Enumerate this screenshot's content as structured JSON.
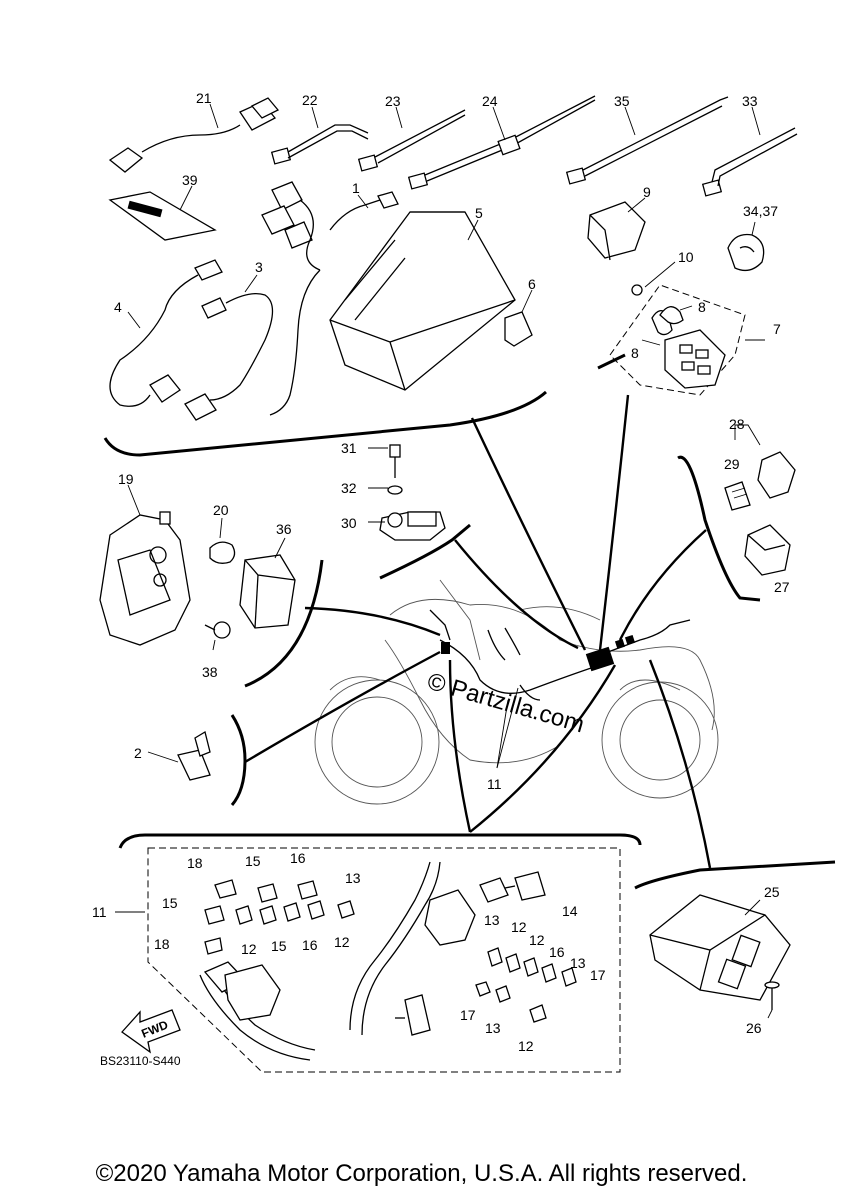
{
  "diagram": {
    "labels": {
      "p1": "1",
      "p2": "2",
      "p3": "3",
      "p4": "4",
      "p5": "5",
      "p6": "6",
      "p7": "7",
      "p8a": "8",
      "p8b": "8",
      "p9": "9",
      "p10": "10",
      "p11_main": "11",
      "p11_side": "11",
      "p12a": "12",
      "p12b": "12",
      "p12c": "12",
      "p12d": "12",
      "p12e": "12",
      "p13a": "13",
      "p13b": "13",
      "p13c": "13",
      "p13d": "13",
      "p15a": "15",
      "p15b": "15",
      "p15c": "15",
      "p16a": "16",
      "p16b": "16",
      "p16c": "16",
      "p17a": "17",
      "p17b": "17",
      "p18a": "18",
      "p18b": "18",
      "p14": "14",
      "p19": "19",
      "p20": "20",
      "p21": "21",
      "p22": "22",
      "p23": "23",
      "p24": "24",
      "p25": "25",
      "p26": "26",
      "p27": "27",
      "p28": "28",
      "p29": "29",
      "p30": "30",
      "p31": "31",
      "p32": "32",
      "p33": "33",
      "p34_37": "34,37",
      "p35": "35",
      "p36": "36",
      "p38": "38",
      "p39": "39"
    },
    "fwd_label": "FWD",
    "diagram_code": "BS23110-S440",
    "watermark": "© Partzilla.com"
  },
  "footer": {
    "copyright": "©2020 Yamaha Motor Corporation, U.S.A. All rights reserved."
  }
}
